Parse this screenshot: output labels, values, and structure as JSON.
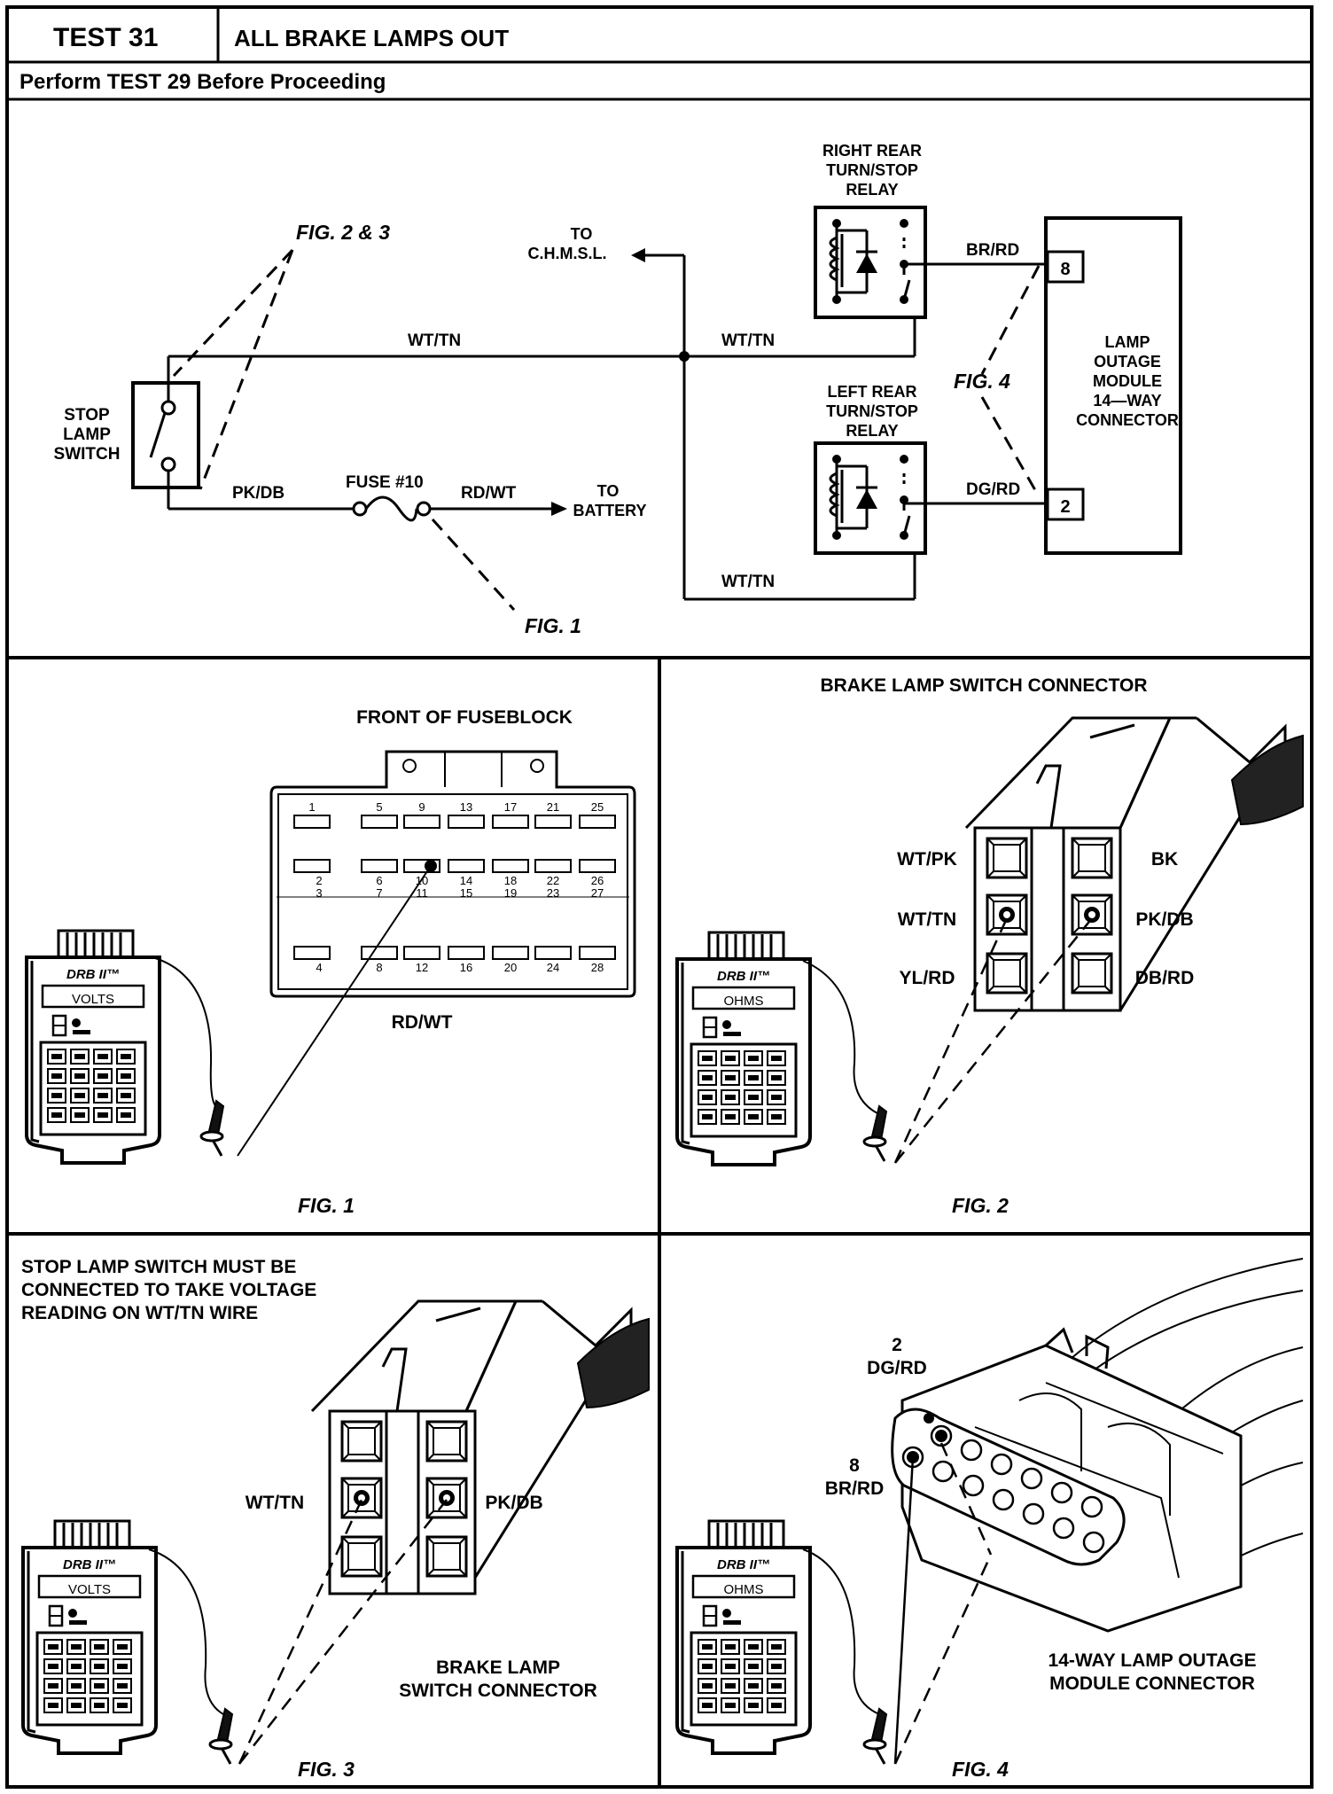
{
  "header": {
    "test_number": "TEST 31",
    "test_title": "ALL BRAKE LAMPS OUT",
    "prereq": "Perform TEST 29 Before Proceeding"
  },
  "schematic": {
    "fig23_label": "FIG. 2 & 3",
    "to_chmsl_1": "TO",
    "to_chmsl_2": "C.H.M.S.L.",
    "rr_relay_1": "RIGHT REAR",
    "rr_relay_2": "TURN/STOP",
    "rr_relay_3": "RELAY",
    "lr_relay_1": "LEFT REAR",
    "lr_relay_2": "TURN/STOP",
    "lr_relay_3": "RELAY",
    "wire_wttn_1": "WT/TN",
    "wire_wttn_2": "WT/TN",
    "wire_wttn_3": "WT/TN",
    "wire_brrd": "BR/RD",
    "wire_dgrd": "DG/RD",
    "wire_pkdb": "PK/DB",
    "wire_rdwt": "RD/WT",
    "fuse": "FUSE #10",
    "to_battery_1": "TO",
    "to_battery_2": "BATTERY",
    "stop_switch_1": "STOP",
    "stop_switch_2": "LAMP",
    "stop_switch_3": "SWITCH",
    "module_1": "LAMP",
    "module_2": "OUTAGE",
    "module_3": "MODULE",
    "module_4": "14—WAY",
    "module_5": "CONNECTOR",
    "pin8": "8",
    "pin2": "2",
    "fig4_label": "FIG. 4",
    "fig1_label": "FIG. 1"
  },
  "fig1": {
    "title": "FRONT OF FUSEBLOCK",
    "wire": "RD/WT",
    "caption": "FIG. 1",
    "meter_brand": "DRB II™",
    "meter_mode": "VOLTS",
    "top_numbers": [
      "1",
      "5",
      "9",
      "13",
      "17",
      "21",
      "25"
    ],
    "row2_numbers": [
      "2",
      "6",
      "10",
      "14",
      "18",
      "22",
      "26"
    ],
    "row3_numbers": [
      "3",
      "7",
      "11",
      "15",
      "19",
      "23",
      "27"
    ],
    "bottom_numbers": [
      "4",
      "8",
      "12",
      "16",
      "20",
      "24",
      "28"
    ]
  },
  "fig2": {
    "title": "BRAKE LAMP SWITCH CONNECTOR",
    "left_labels": [
      "WT/PK",
      "WT/TN",
      "YL/RD"
    ],
    "right_labels": [
      "BK",
      "PK/DB",
      "DB/RD"
    ],
    "caption": "FIG. 2",
    "meter_mode": "OHMS"
  },
  "fig3": {
    "note_1": "STOP LAMP SWITCH MUST BE",
    "note_2": "CONNECTED TO TAKE VOLTAGE",
    "note_3": "READING ON WT/TN WIRE",
    "left_label": "WT/TN",
    "right_label": "PK/DB",
    "conn_1": "BRAKE LAMP",
    "conn_2": "SWITCH CONNECTOR",
    "caption": "FIG. 3",
    "meter_mode": "VOLTS"
  },
  "fig4": {
    "pin2_num": "2",
    "pin2_wire": "DG/RD",
    "pin8_num": "8",
    "pin8_wire": "BR/RD",
    "conn_1": "14-WAY LAMP OUTAGE",
    "conn_2": "MODULE CONNECTOR",
    "caption": "FIG. 4",
    "meter_mode": "OHMS"
  }
}
